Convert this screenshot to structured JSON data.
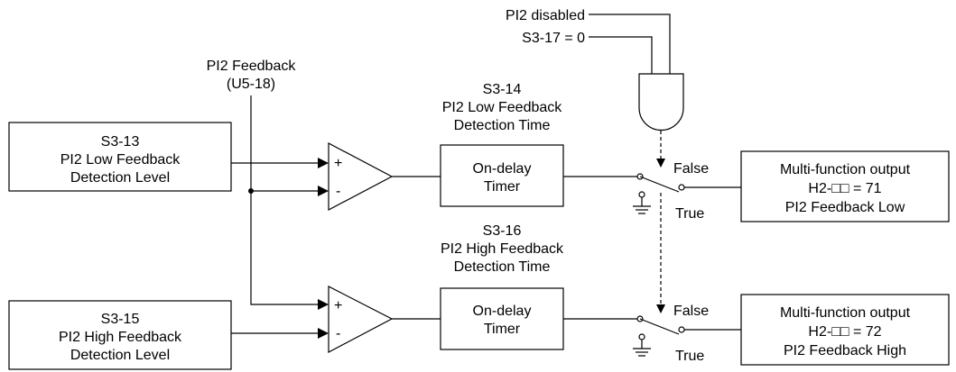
{
  "inputs": {
    "pi2_disabled": "PI2 disabled",
    "s3_17": "S3-17 = 0"
  },
  "feedback": {
    "line1": "PI2 Feedback",
    "line2": "(U5-18)"
  },
  "low_level_box": {
    "line1": "S3-13",
    "line2": "PI2 Low Feedback",
    "line3": "Detection Level"
  },
  "high_level_box": {
    "line1": "S3-15",
    "line2": "PI2 High Feedback",
    "line3": "Detection Level"
  },
  "low_time_label": {
    "line1": "S3-14",
    "line2": "PI2 Low Feedback",
    "line3": "Detection Time"
  },
  "high_time_label": {
    "line1": "S3-16",
    "line2": "PI2 High Feedback",
    "line3": "Detection Time"
  },
  "timer": {
    "line1": "On-delay",
    "line2": "Timer"
  },
  "comparator": {
    "plus": "+",
    "minus": "-"
  },
  "switch": {
    "false_label": "False",
    "true_label": "True"
  },
  "low_output": {
    "line1": "Multi-function output",
    "line2": "H2-□□ = 71",
    "line3": "PI2 Feedback Low"
  },
  "high_output": {
    "line1": "Multi-function output",
    "line2": "H2-□□ = 72",
    "line3": "PI2 Feedback High"
  }
}
